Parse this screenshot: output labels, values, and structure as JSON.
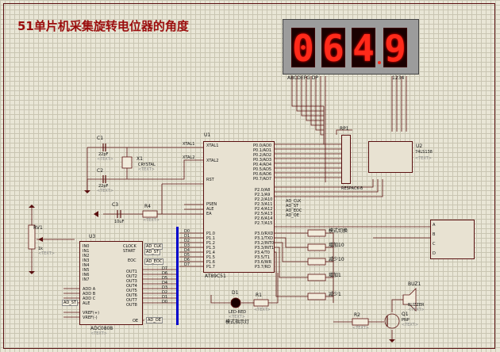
{
  "title": "51单片机采集旋转电位器的角度",
  "display": {
    "digits": [
      "0",
      "6",
      "4",
      "9"
    ],
    "segment_labels": "ABCDEFG  DP",
    "common_labels": "1234"
  },
  "u1": {
    "ref": "U1",
    "part": "AT89C51",
    "left_pins": [
      "XTAL1",
      "XTAL2",
      "RST",
      "PSEN",
      "ALE",
      "EA",
      "P1.0",
      "P1.1",
      "P1.2",
      "P1.3",
      "P1.4",
      "P1.5",
      "P1.6",
      "P1.7"
    ],
    "right_pins_p0": [
      "P0.0/AD0",
      "P0.1/AD1",
      "P0.2/AD2",
      "P0.3/AD3",
      "P0.4/AD4",
      "P0.5/AD5",
      "P0.6/AD6",
      "P0.7/AD7"
    ],
    "right_pins_p2": [
      "P2.0/A8",
      "P2.1/A9",
      "P2.2/A10",
      "P2.3/A11",
      "P2.4/A12",
      "P2.5/A13",
      "P2.6/A14",
      "P2.7/A15"
    ],
    "right_pins_p3": [
      "P3.0/RXD",
      "P3.1/TXD",
      "P3.2/INT0",
      "P3.3/INT1",
      "P3.4/T0",
      "P3.5/T1",
      "P3.6/WR",
      "P3.7/RD"
    ],
    "xtal1_net": "XTAL1",
    "xtal2_net": "XTAL2"
  },
  "u2": {
    "ref": "U2",
    "part": "74LS138",
    "text": "<TEXT>"
  },
  "u3": {
    "ref": "U3",
    "part": "ADC0808",
    "text": "<TEXT>",
    "left_pins": [
      "IN0",
      "IN1",
      "IN2",
      "IN3",
      "IN4",
      "IN5",
      "IN6",
      "IN7",
      "ADD A",
      "ADD B",
      "ADD C",
      "ALE",
      "VREF(+)",
      "VREF(-)"
    ],
    "right_top": [
      "CLOCK",
      "START",
      "EOC"
    ],
    "right_out": [
      "OUT1",
      "OUT2",
      "OUT3",
      "OUT4",
      "OUT5",
      "OUT6",
      "OUT7",
      "OUT8"
    ],
    "oe": "OE",
    "nets_right": [
      "AD_CLK",
      "AD_ST",
      "AD_EOC"
    ],
    "nets_left": [
      "AD_ST"
    ],
    "oe_net": "AD_OE"
  },
  "rp1": {
    "ref": "RP1",
    "part": "RESPACK-8",
    "text": "<TEXT>"
  },
  "c1": {
    "ref": "C1",
    "value": "22pF",
    "text": "<TEXT>"
  },
  "c2": {
    "ref": "C2",
    "value": "22pF",
    "text": "<TEXT>"
  },
  "c3": {
    "ref": "C3",
    "value": "10uF",
    "text": "<TEXT>"
  },
  "x1": {
    "ref": "X1",
    "part": "CRYSTAL",
    "text": "<TEXT>"
  },
  "r1": {
    "ref": "R1",
    "text": "<TEXT>"
  },
  "r2": {
    "ref": "R2",
    "text": "<TEXT>"
  },
  "r4": {
    "ref": "R4",
    "text": "<TEXT>"
  },
  "rv1": {
    "ref": "RV1",
    "percent": "1k",
    "text": "<TEXT>"
  },
  "d1": {
    "ref": "D1",
    "part": "LED-RED",
    "text": "<TEXT>",
    "caption": "模式指示灯"
  },
  "q1": {
    "ref": "Q1",
    "part": "PNP",
    "text": "<TEXT>"
  },
  "buz1": {
    "ref": "BUZ1",
    "part": "BUZZER",
    "text": "<TEXT>"
  },
  "buttons": [
    "模式切换",
    "增加10",
    "减少10",
    "增加1",
    "减少1"
  ],
  "bus_nets_p2": [
    "AD_CLK",
    "AD_ST",
    "AD_EOC",
    "AD_OE"
  ],
  "p1_nets": [
    "D0",
    "D1",
    "D2",
    "D3",
    "D4",
    "D5",
    "D6",
    "D7"
  ],
  "u3_out_nets": [
    "D7",
    "D6",
    "D5",
    "D4",
    "D3",
    "D2",
    "D1",
    "D0"
  ],
  "u3_addr_nets": [
    "AD_ST"
  ],
  "scope": {
    "channels": [
      "A",
      "B",
      "C",
      "D"
    ]
  },
  "colors": {
    "accent": "#9b0d0d",
    "wire": "#5a1010",
    "bus": "#0000cc",
    "led": "#ff2a1a"
  }
}
